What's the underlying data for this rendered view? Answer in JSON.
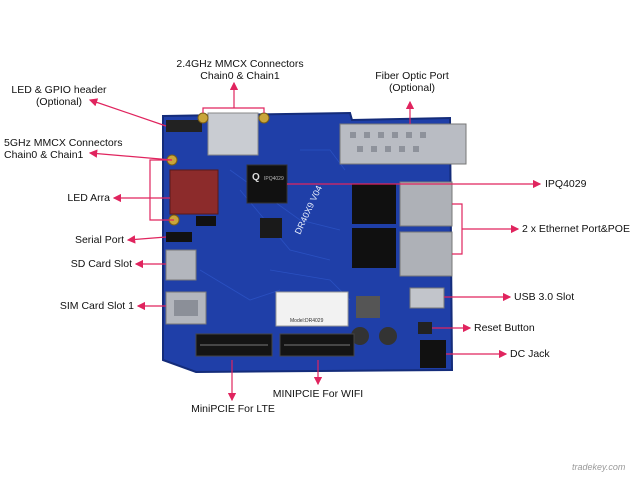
{
  "labels": {
    "mmcx24_line1": "2.4GHz MMCX Connectors",
    "mmcx24_line2": "Chain0  & Chain1",
    "led_gpio_line1": "LED & GPIO header",
    "led_gpio_line2": "(Optional)",
    "fiber_line1": "Fiber Optic Port",
    "fiber_line2": "(Optional)",
    "mmcx5_line1": "5GHz MMCX Connectors",
    "mmcx5_line2": "Chain0 & Chain1",
    "led_array": "LED Arra",
    "ipq": "IPQ4029",
    "ethernet": "2 x Ethernet Port&POE",
    "serial": "Serial Port",
    "sd_card": "SD Card Slot",
    "sim_card": "SIM Card Slot 1",
    "usb": "USB 3.0 Slot",
    "reset": "Reset Button",
    "dc_jack": "DC Jack",
    "minipcie_wifi": "MINIPCIE For WIFI",
    "minipcie_lte": "MiniPCIE For LTE"
  },
  "board_text": {
    "model": "DR40X9 V04",
    "chip_brand": "Q",
    "chip_model": "IPQ4029",
    "sticker_model": "Model:DR4029"
  },
  "watermark": "tradekey.com",
  "colors": {
    "pcb": "#1f3fa8",
    "arrow": "#e0245e"
  }
}
